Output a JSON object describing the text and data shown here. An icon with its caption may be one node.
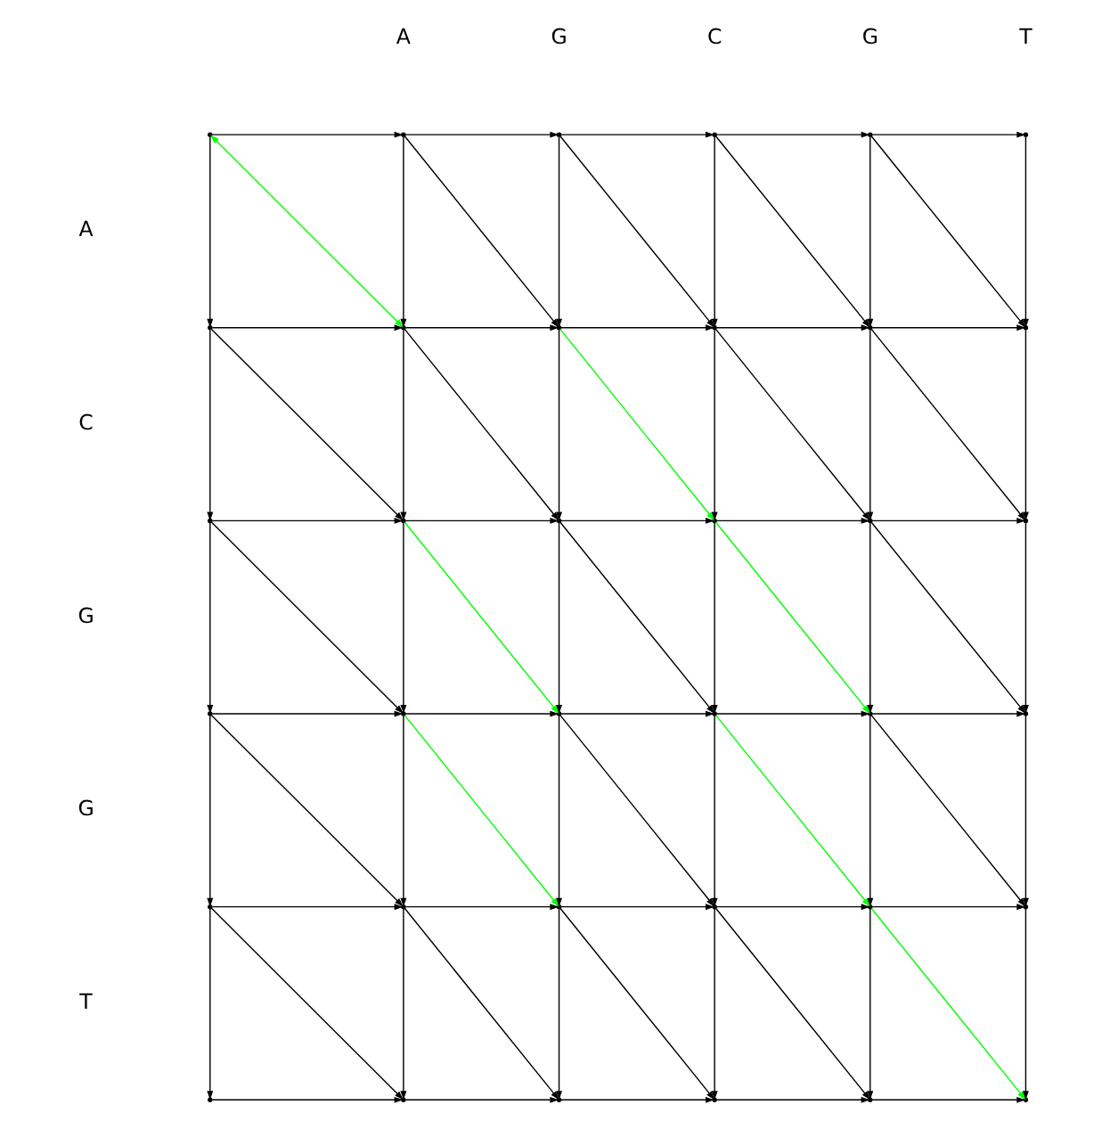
{
  "diagram": {
    "nodes": [
      {
        "text": [],
        "shape": "point"
      },
      {
        "text": [],
        "shape": "point"
      },
      {
        "text": [],
        "shape": "point"
      },
      {
        "text": [],
        "shape": "point"
      },
      {
        "text": [],
        "shape": "point"
      },
      {
        "text": [],
        "shape": "point"
      },
      {
        "text": [],
        "shape": "point"
      },
      {
        "text": [],
        "shape": "point"
      },
      {
        "text": [],
        "shape": "point"
      },
      {
        "text": [],
        "shape": "point"
      },
      {
        "text": [],
        "shape": "point"
      },
      {
        "text": [],
        "shape": "point"
      },
      {
        "text": [],
        "shape": "point"
      },
      {
        "text": [],
        "shape": "point"
      },
      {
        "text": [],
        "shape": "point"
      },
      {
        "text": [],
        "shape": "point"
      },
      {
        "text": [],
        "shape": "point"
      },
      {
        "text": [],
        "shape": "point"
      },
      {
        "text": [],
        "shape": "point"
      },
      {
        "text": [],
        "shape": "point"
      },
      {
        "text": [],
        "shape": "point"
      },
      {
        "text": [],
        "shape": "point"
      },
      {
        "text": [],
        "shape": "point"
      },
      {
        "text": [],
        "shape": "point"
      },
      {
        "text": [],
        "shape": "point"
      },
      {
        "text": [],
        "shape": "point"
      },
      {
        "text": [],
        "shape": "point"
      },
      {
        "text": [],
        "shape": "point"
      },
      {
        "text": [],
        "shape": "point"
      },
      {
        "text": [],
        "shape": "point"
      },
      {
        "text": [],
        "shape": "point"
      },
      {
        "text": [],
        "shape": "point"
      },
      {
        "text": [],
        "shape": "point"
      },
      {
        "text": [],
        "shape": "point"
      },
      {
        "text": [],
        "shape": "point"
      },
      {
        "text": [],
        "shape": "point"
      }
    ],
    "edges": [
      {
        "from": 0,
        "to": 1,
        "arrow": "to"
      },
      {
        "from": 1,
        "to": 2,
        "arrow": "to"
      },
      {
        "from": 2,
        "to": 3,
        "arrow": "to"
      },
      {
        "from": 3,
        "to": 4,
        "arrow": "to"
      },
      {
        "from": 4,
        "to": 5,
        "arrow": "to"
      },
      {
        "from": 0,
        "to": 6,
        "arrow": "to"
      },
      {
        "from": 1,
        "to": 7,
        "arrow": "to"
      },
      {
        "from": 2,
        "to": 8,
        "arrow": "to"
      },
      {
        "from": 3,
        "to": 9,
        "arrow": "to"
      },
      {
        "from": 4,
        "to": 10,
        "arrow": "to"
      },
      {
        "from": 5,
        "to": 11,
        "arrow": "to"
      },
      {
        "from": 0,
        "to": 7,
        "arrow": "both",
        "color": "#00ff00"
      },
      {
        "from": 1,
        "to": 8,
        "arrow": "to"
      },
      {
        "from": 2,
        "to": 9,
        "arrow": "to"
      },
      {
        "from": 3,
        "to": 10,
        "arrow": "to"
      },
      {
        "from": 4,
        "to": 11,
        "arrow": "to"
      },
      {
        "from": 6,
        "to": 7,
        "arrow": "to"
      },
      {
        "from": 7,
        "to": 8,
        "arrow": "to"
      },
      {
        "from": 8,
        "to": 9,
        "arrow": "to"
      },
      {
        "from": 9,
        "to": 10,
        "arrow": "to"
      },
      {
        "from": 10,
        "to": 11,
        "arrow": "to"
      },
      {
        "from": 6,
        "to": 12,
        "arrow": "to"
      },
      {
        "from": 7,
        "to": 13,
        "arrow": "to"
      },
      {
        "from": 8,
        "to": 14,
        "arrow": "to"
      },
      {
        "from": 9,
        "to": 15,
        "arrow": "to"
      },
      {
        "from": 10,
        "to": 16,
        "arrow": "to"
      },
      {
        "from": 11,
        "to": 17,
        "arrow": "to"
      },
      {
        "from": 6,
        "to": 13,
        "arrow": "to"
      },
      {
        "from": 7,
        "to": 14,
        "arrow": "to"
      },
      {
        "from": 8,
        "to": 15,
        "arrow": "to",
        "color": "#00ff00"
      },
      {
        "from": 9,
        "to": 16,
        "arrow": "to"
      },
      {
        "from": 10,
        "to": 17,
        "arrow": "to"
      },
      {
        "from": 12,
        "to": 13,
        "arrow": "to"
      },
      {
        "from": 13,
        "to": 14,
        "arrow": "to"
      },
      {
        "from": 14,
        "to": 15,
        "arrow": "to"
      },
      {
        "from": 15,
        "to": 16,
        "arrow": "to"
      },
      {
        "from": 16,
        "to": 17,
        "arrow": "to"
      },
      {
        "from": 12,
        "to": 18,
        "arrow": "to"
      },
      {
        "from": 13,
        "to": 19,
        "arrow": "to"
      },
      {
        "from": 14,
        "to": 20,
        "arrow": "to"
      },
      {
        "from": 15,
        "to": 21,
        "arrow": "to"
      },
      {
        "from": 16,
        "to": 22,
        "arrow": "to"
      },
      {
        "from": 17,
        "to": 23,
        "arrow": "to"
      },
      {
        "from": 12,
        "to": 19,
        "arrow": "to"
      },
      {
        "from": 13,
        "to": 20,
        "arrow": "to",
        "color": "#00ff00"
      },
      {
        "from": 14,
        "to": 21,
        "arrow": "to"
      },
      {
        "from": 15,
        "to": 22,
        "arrow": "to",
        "color": "#00ff00"
      },
      {
        "from": 16,
        "to": 23,
        "arrow": "to"
      },
      {
        "from": 18,
        "to": 19,
        "arrow": "to"
      },
      {
        "from": 19,
        "to": 20,
        "arrow": "to"
      },
      {
        "from": 20,
        "to": 21,
        "arrow": "to"
      },
      {
        "from": 21,
        "to": 22,
        "arrow": "to"
      },
      {
        "from": 22,
        "to": 23,
        "arrow": "to"
      },
      {
        "from": 18,
        "to": 24,
        "arrow": "to"
      },
      {
        "from": 19,
        "to": 25,
        "arrow": "to"
      },
      {
        "from": 20,
        "to": 26,
        "arrow": "to"
      },
      {
        "from": 21,
        "to": 27,
        "arrow": "to"
      },
      {
        "from": 22,
        "to": 28,
        "arrow": "to"
      },
      {
        "from": 23,
        "to": 29,
        "arrow": "to"
      },
      {
        "from": 18,
        "to": 25,
        "arrow": "to"
      },
      {
        "from": 19,
        "to": 26,
        "arrow": "to",
        "color": "#00ff00"
      },
      {
        "from": 20,
        "to": 27,
        "arrow": "to"
      },
      {
        "from": 21,
        "to": 28,
        "arrow": "to",
        "color": "#00ff00"
      },
      {
        "from": 22,
        "to": 29,
        "arrow": "to"
      },
      {
        "from": 24,
        "to": 25,
        "arrow": "to"
      },
      {
        "from": 25,
        "to": 26,
        "arrow": "to"
      },
      {
        "from": 26,
        "to": 27,
        "arrow": "to"
      },
      {
        "from": 27,
        "to": 28,
        "arrow": "to"
      },
      {
        "from": 28,
        "to": 29,
        "arrow": "to"
      },
      {
        "from": 24,
        "to": 30,
        "arrow": "to"
      },
      {
        "from": 25,
        "to": 31,
        "arrow": "to"
      },
      {
        "from": 26,
        "to": 32,
        "arrow": "to"
      },
      {
        "from": 27,
        "to": 33,
        "arrow": "to"
      },
      {
        "from": 28,
        "to": 34,
        "arrow": "to"
      },
      {
        "from": 29,
        "to": 35,
        "arrow": "to"
      },
      {
        "from": 24,
        "to": 31,
        "arrow": "to"
      },
      {
        "from": 25,
        "to": 32,
        "arrow": "to"
      },
      {
        "from": 26,
        "to": 33,
        "arrow": "to"
      },
      {
        "from": 27,
        "to": 34,
        "arrow": "to"
      },
      {
        "from": 28,
        "to": 35,
        "arrow": "to",
        "color": "#00ff00"
      },
      {
        "from": 30,
        "to": 31,
        "arrow": "to"
      },
      {
        "from": 31,
        "to": 32,
        "arrow": "to"
      },
      {
        "from": 32,
        "to": 33,
        "arrow": "to"
      },
      {
        "from": 33,
        "to": 34,
        "arrow": "to"
      },
      {
        "from": 34,
        "to": 35,
        "arrow": "to"
      }
    ],
    "labels": [
      "A",
      "G",
      "C",
      "G",
      "T",
      "A",
      "C",
      "G",
      "G",
      "T"
    ]
  }
}
